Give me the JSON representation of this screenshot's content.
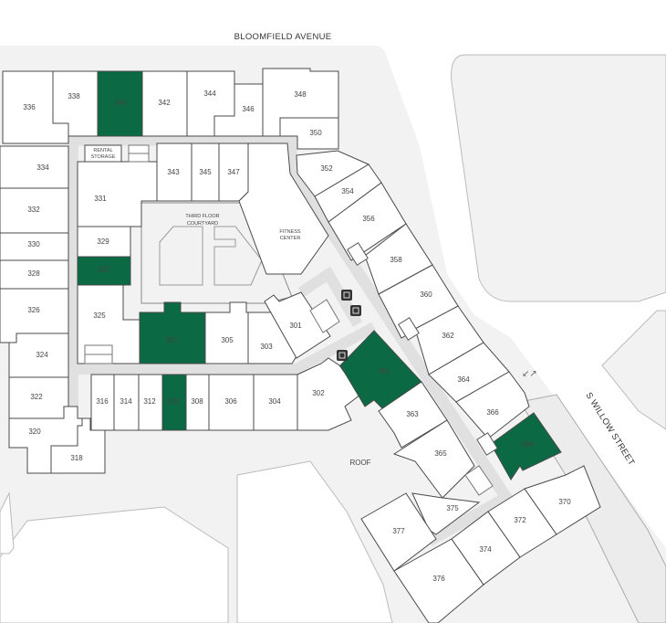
{
  "streets": {
    "north": "BLOOMFIELD AVENUE",
    "east": "S WILLOW STREET"
  },
  "areas": {
    "courtyard": [
      "THIRD FLOOR",
      "COURTYARD"
    ],
    "fitness": [
      "FITNESS",
      "CENTER"
    ],
    "rental_storage": [
      "RENTAL",
      "STORAGE"
    ],
    "roof": "ROOF"
  },
  "colors": {
    "highlight": "#0b6943",
    "unit": "#ffffff",
    "corridor": "#e2e2e2",
    "ground": "#f2f2f2"
  },
  "units": [
    {
      "id": "336",
      "label": "336",
      "highlighted": false
    },
    {
      "id": "338",
      "label": "338",
      "highlighted": false
    },
    {
      "id": "340",
      "label": "340",
      "highlighted": true
    },
    {
      "id": "342",
      "label": "342",
      "highlighted": false
    },
    {
      "id": "344",
      "label": "344",
      "highlighted": false
    },
    {
      "id": "346",
      "label": "346",
      "highlighted": false
    },
    {
      "id": "348",
      "label": "348",
      "highlighted": false
    },
    {
      "id": "350",
      "label": "350",
      "highlighted": false
    },
    {
      "id": "334",
      "label": "334",
      "highlighted": false
    },
    {
      "id": "332",
      "label": "332",
      "highlighted": false
    },
    {
      "id": "330",
      "label": "330",
      "highlighted": false
    },
    {
      "id": "328",
      "label": "328",
      "highlighted": false
    },
    {
      "id": "326",
      "label": "326",
      "highlighted": false
    },
    {
      "id": "324",
      "label": "324",
      "highlighted": false
    },
    {
      "id": "322",
      "label": "322",
      "highlighted": false
    },
    {
      "id": "320",
      "label": "320",
      "highlighted": false
    },
    {
      "id": "318",
      "label": "318",
      "highlighted": false
    },
    {
      "id": "343",
      "label": "343",
      "highlighted": false
    },
    {
      "id": "345",
      "label": "345",
      "highlighted": false
    },
    {
      "id": "347",
      "label": "347",
      "highlighted": false
    },
    {
      "id": "331",
      "label": "331",
      "highlighted": false
    },
    {
      "id": "329",
      "label": "329",
      "highlighted": false
    },
    {
      "id": "327",
      "label": "327",
      "highlighted": true
    },
    {
      "id": "325",
      "label": "325",
      "highlighted": false
    },
    {
      "id": "307",
      "label": "307",
      "highlighted": true
    },
    {
      "id": "305",
      "label": "305",
      "highlighted": false
    },
    {
      "id": "303",
      "label": "303",
      "highlighted": false
    },
    {
      "id": "301",
      "label": "301",
      "highlighted": false
    },
    {
      "id": "316",
      "label": "316",
      "highlighted": false
    },
    {
      "id": "314",
      "label": "314",
      "highlighted": false
    },
    {
      "id": "312",
      "label": "312",
      "highlighted": false
    },
    {
      "id": "310",
      "label": "310",
      "highlighted": true
    },
    {
      "id": "308",
      "label": "308",
      "highlighted": false
    },
    {
      "id": "306",
      "label": "306",
      "highlighted": false
    },
    {
      "id": "304",
      "label": "304",
      "highlighted": false
    },
    {
      "id": "302",
      "label": "302",
      "highlighted": false
    },
    {
      "id": "361",
      "label": "361",
      "highlighted": true
    },
    {
      "id": "352",
      "label": "352",
      "highlighted": false
    },
    {
      "id": "354",
      "label": "354",
      "highlighted": false
    },
    {
      "id": "356",
      "label": "356",
      "highlighted": false
    },
    {
      "id": "358",
      "label": "358",
      "highlighted": false
    },
    {
      "id": "360",
      "label": "360",
      "highlighted": false
    },
    {
      "id": "362",
      "label": "362",
      "highlighted": false
    },
    {
      "id": "364",
      "label": "364",
      "highlighted": false
    },
    {
      "id": "366",
      "label": "366",
      "highlighted": false
    },
    {
      "id": "368",
      "label": "368",
      "highlighted": true
    },
    {
      "id": "363",
      "label": "363",
      "highlighted": false
    },
    {
      "id": "365",
      "label": "365",
      "highlighted": false
    },
    {
      "id": "375",
      "label": "375",
      "highlighted": false
    },
    {
      "id": "377",
      "label": "377",
      "highlighted": false
    },
    {
      "id": "376",
      "label": "376",
      "highlighted": false
    },
    {
      "id": "374",
      "label": "374",
      "highlighted": false
    },
    {
      "id": "372",
      "label": "372",
      "highlighted": false
    },
    {
      "id": "370",
      "label": "370",
      "highlighted": false
    }
  ]
}
